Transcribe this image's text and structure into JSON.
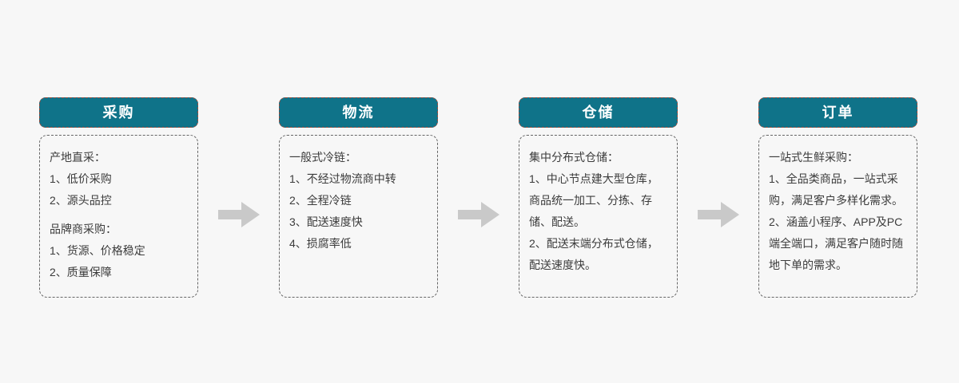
{
  "page": {
    "background": "#f7f7f7"
  },
  "colors": {
    "header_fill": "#0f7389",
    "header_text": "#ffffff",
    "header_dash": "#94483a",
    "box_border": "#666666",
    "body_text": "#3c3c3c",
    "arrow": "#c9c9c9"
  },
  "flow": {
    "stages": [
      {
        "title": "采购",
        "sections": [
          {
            "heading": "产地直采：",
            "items": [
              "1、低价采购",
              "2、源头品控"
            ]
          },
          {
            "heading": "品牌商采购：",
            "items": [
              "1、货源、价格稳定",
              "2、质量保障"
            ]
          }
        ]
      },
      {
        "title": "物流",
        "sections": [
          {
            "heading": "一般式冷链：",
            "items": [
              "1、不经过物流商中转",
              "2、全程冷链",
              "3、配送速度快",
              "4、损腐率低"
            ]
          }
        ]
      },
      {
        "title": "仓储",
        "sections": [
          {
            "heading": "集中分布式仓储：",
            "items": [
              "1、中心节点建大型仓库，商品统一加工、分拣、存储、配送。",
              "2、配送末端分布式仓储，配送速度快。"
            ]
          }
        ]
      },
      {
        "title": "订单",
        "sections": [
          {
            "heading": "一站式生鲜采购：",
            "items": [
              "1、全品类商品，一站式采购，满足客户多样化需求。",
              "2、涵盖小程序、APP及PC端全端口，满足客户随时随地下单的需求。"
            ]
          }
        ]
      }
    ]
  }
}
